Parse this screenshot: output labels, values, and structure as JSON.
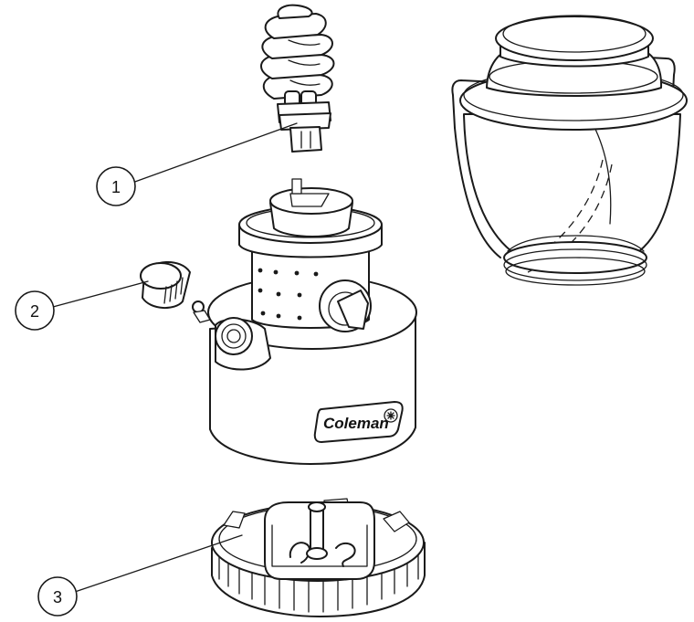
{
  "callouts": [
    {
      "label": "1"
    },
    {
      "label": "2"
    },
    {
      "label": "3"
    }
  ],
  "brand_logo": {
    "text": "Coleman"
  }
}
